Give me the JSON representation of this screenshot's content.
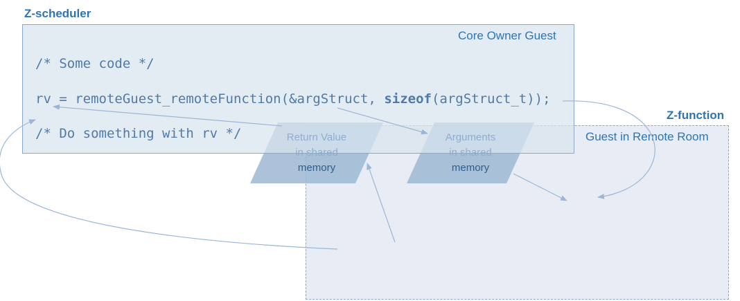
{
  "scheduler": {
    "heading": "Z-scheduler",
    "box_label": "Core Owner Guest",
    "code_comment_1": "/* Some code */",
    "code_call_prefix": "rv = remoteGuest_remoteFunction(&argStruct, ",
    "code_call_keyword": "sizeof",
    "code_call_suffix": "(argStruct_t));",
    "code_comment_2": "/* Do something with rv */"
  },
  "function": {
    "heading": "Z-function",
    "box_label": "Guest in Remote Room"
  },
  "shared": {
    "return_value": {
      "line1": "Return Value",
      "line2": "in shared",
      "line3": "memory"
    },
    "arguments": {
      "line1": "Arguments",
      "line2": "in shared",
      "line3": "memory"
    }
  },
  "colors": {
    "accent": "#2e74b5",
    "box_fill": "#dae4ef",
    "box_border": "#86a8cf",
    "parallelogram_fill": "#9db7d3",
    "arrow": "#9bb6d6"
  }
}
